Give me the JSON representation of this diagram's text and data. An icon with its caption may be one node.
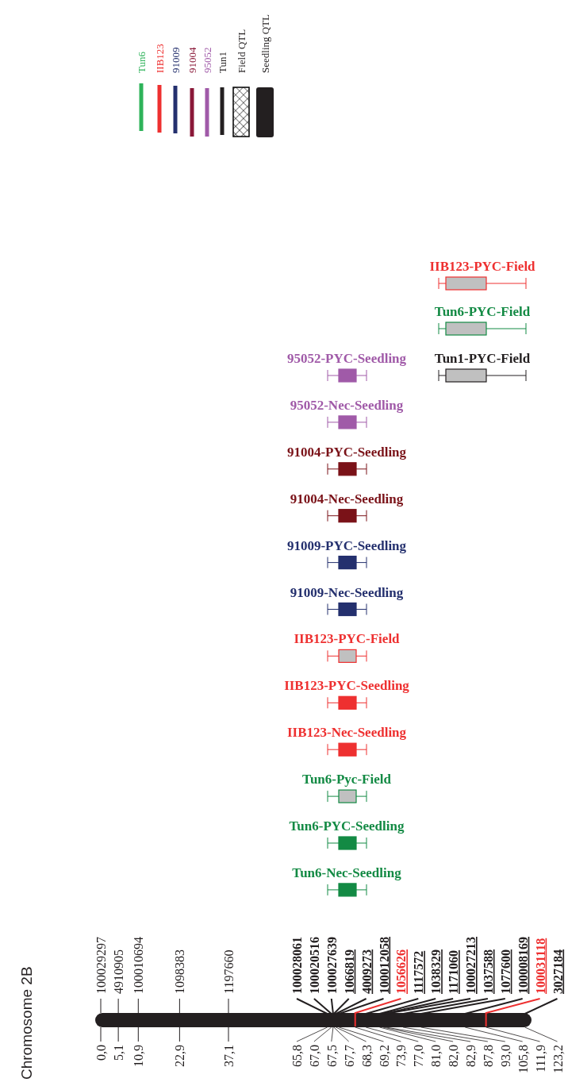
{
  "diagram": {
    "title": "Chromosome 2B",
    "labels": [
      "IIB123-PYC-Field",
      "Tun6-PYC-Field",
      "95052-PYC-Seedling",
      "Tun1-PYC-Field",
      "95052-Nec-Seedling",
      "91004-PYC-Seedling",
      "91004-Nec-Seedling",
      "91009-PYC-Seedling",
      "91009-Nec-Seedling",
      "IIB123-PYC-Field",
      "IIB123-PYC-Seedling",
      "IIB123-Nec-Seedling",
      "Tun6-Pyc-Field",
      "Tun6-PYC-Seedling",
      "Tun6-Nec-Seedling",
      "100029297",
      "4910905",
      "100010694",
      "1098383",
      "1197660",
      "100028061",
      "100020516",
      "100027639",
      "1066819",
      "4009273",
      "100012058",
      "1056626",
      "1117572",
      "1038329",
      "1171060",
      "100027213",
      "1037588",
      "1077600",
      "100008169",
      "100031118",
      "3027184",
      "0,0",
      "5,1",
      "10,9",
      "22,9",
      "37,1",
      "65,8",
      "67,0",
      "67,5",
      "67,7",
      "68,3",
      "69,2",
      "73,9",
      "77,0",
      "81,0",
      "82,0",
      "82,9",
      "87,8",
      "93,0",
      "105,8",
      "111,9",
      "123,2"
    ],
    "legend": [
      {
        "text": "Tun6",
        "color": "#2eb35a"
      },
      {
        "text": "IIB123",
        "color": "#ee3030"
      },
      {
        "text": "91009",
        "color": "#24306e"
      },
      {
        "text": "91004",
        "color": "#8a1838"
      },
      {
        "text": "95052",
        "color": "#a05aa8"
      },
      {
        "text": "Tun1",
        "color": "#231f20"
      },
      {
        "text": "Field QTL"
      },
      {
        "text": "Seedling QTL",
        "color": "#231f20"
      }
    ]
  }
}
